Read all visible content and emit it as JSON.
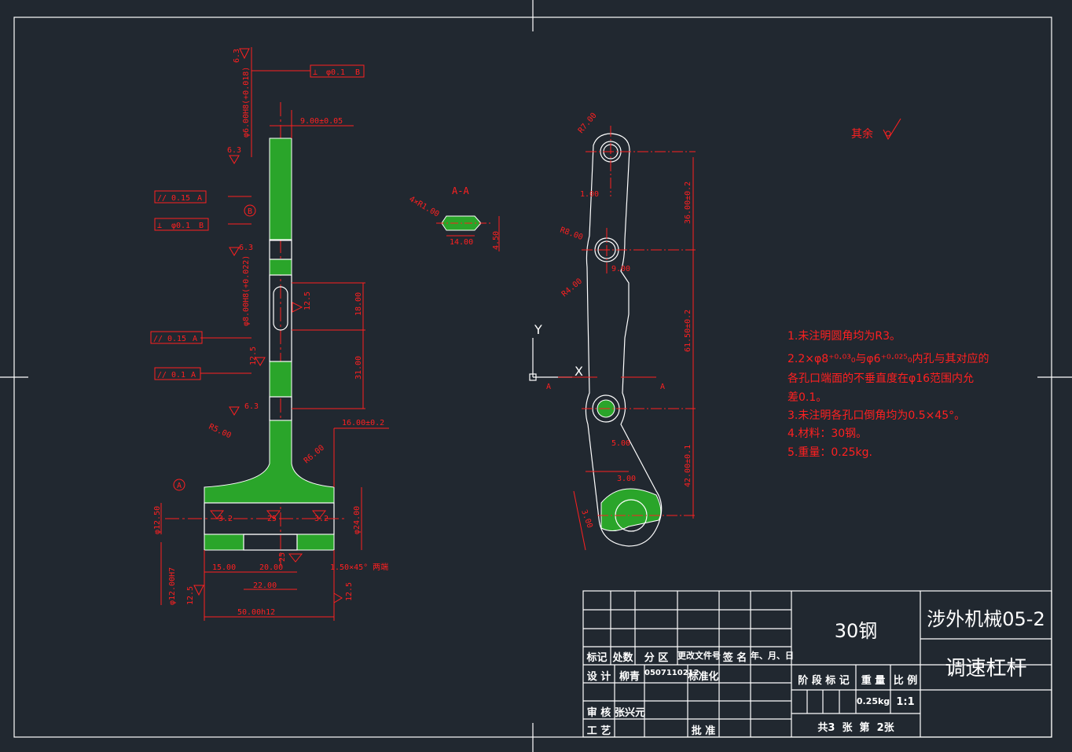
{
  "title_block": {
    "material": "30钢",
    "company": "涉外机械05-2",
    "part_name": "调速杠杆",
    "headers": [
      "标记",
      "处数",
      "分 区",
      "更改文件号",
      "签 名",
      "年、月、日"
    ],
    "design_label": "设 计",
    "designer": "柳青",
    "design_number": "0507110212",
    "standardization_label": "标准化",
    "review_label": "审 核",
    "reviewer": "张兴元",
    "process_label": "工 艺",
    "approve_label": "批 准",
    "stage_label": "阶 段 标 记",
    "weight_label": "重 量",
    "scale_label": "比 例",
    "weight": "0.25kg",
    "scale": "1:1",
    "sheet_info": "共3  张  第  2张"
  },
  "notes": [
    "1.未注明圆角均为R3。",
    "2.2×φ8⁺⁰·⁰³₀与φ6⁺⁰·⁰²⁵₀内孔与其对应的",
    "各孔口端面的不垂直度在φ16范围内允",
    "差0.1。",
    "3.未注明各孔口倒角均为0.5×45°。",
    "4.材料：30钢。",
    "5.重量：0.25kg."
  ],
  "surface_finish_rest": "其余",
  "section_label": "A-A",
  "left_view": {
    "roughness": [
      "6.3",
      "6.3",
      "6.3",
      "6.3",
      "12.5",
      "12.5",
      "3.2",
      "25",
      "3.2",
      "25",
      "12.5",
      "12.5"
    ],
    "tolerances": [
      {
        "symbol": "⊥",
        "value": "φ0.1",
        "datum": "B"
      },
      {
        "symbol": "//",
        "value": "0.15",
        "datum": "A"
      },
      {
        "symbol": "⊥",
        "value": "φ0.1",
        "datum": "B"
      },
      {
        "symbol": "//",
        "value": "0.15",
        "datum": "A"
      },
      {
        "symbol": "//",
        "value": "0.1",
        "datum": "A"
      }
    ],
    "dims": [
      "9.00±0.05",
      "φ6.00H8(+0.018)",
      "φ8.00H8(+0.022)",
      "18.00",
      "31.00",
      "16.00±0.2",
      "R6.00",
      "R5.00",
      "φ12.50",
      "φ24.00",
      "15.00",
      "20.00",
      "22.00",
      "50.00h12",
      "φ12.00H7",
      "1.50×45° 两端"
    ],
    "datums": [
      "B",
      "A"
    ]
  },
  "section_view": {
    "dims": [
      "4×R1.00",
      "14.00",
      "4.50"
    ]
  },
  "right_view": {
    "dims": [
      "R7.00",
      "1.00",
      "R8.00",
      "R4.00",
      "9.00",
      "36.00±0.2",
      "61.50±0.2",
      "42.00±0.1",
      "5.00",
      "3.00",
      "3.00"
    ],
    "axis_x": "X",
    "axis_y": "Y",
    "section_marks": [
      "A",
      "A"
    ]
  }
}
